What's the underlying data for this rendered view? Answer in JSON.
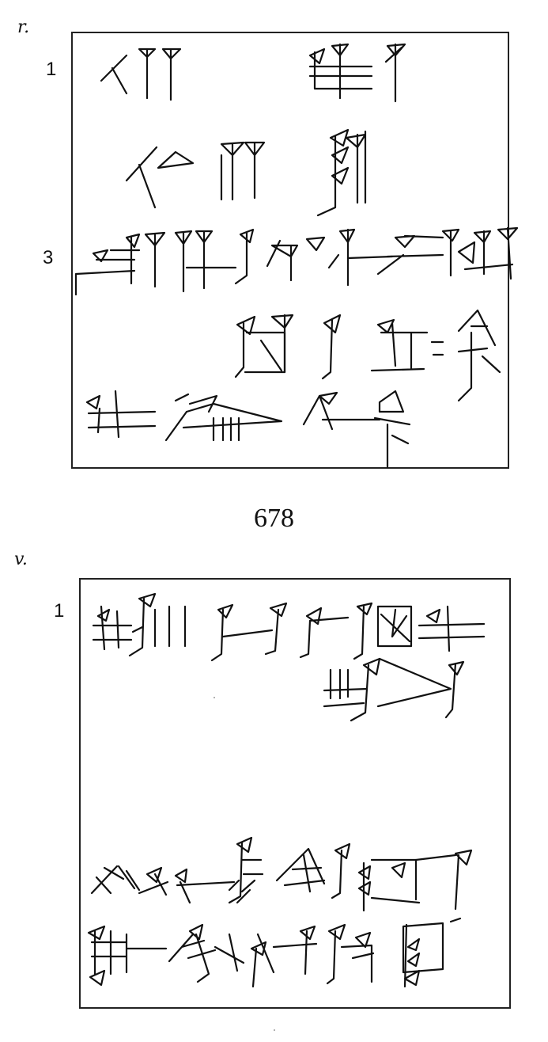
{
  "obverse": {
    "label": "r.",
    "line_numbers": [
      "1",
      "3"
    ]
  },
  "caption": "678",
  "reverse": {
    "label": "v.",
    "line_numbers": [
      "1"
    ]
  }
}
